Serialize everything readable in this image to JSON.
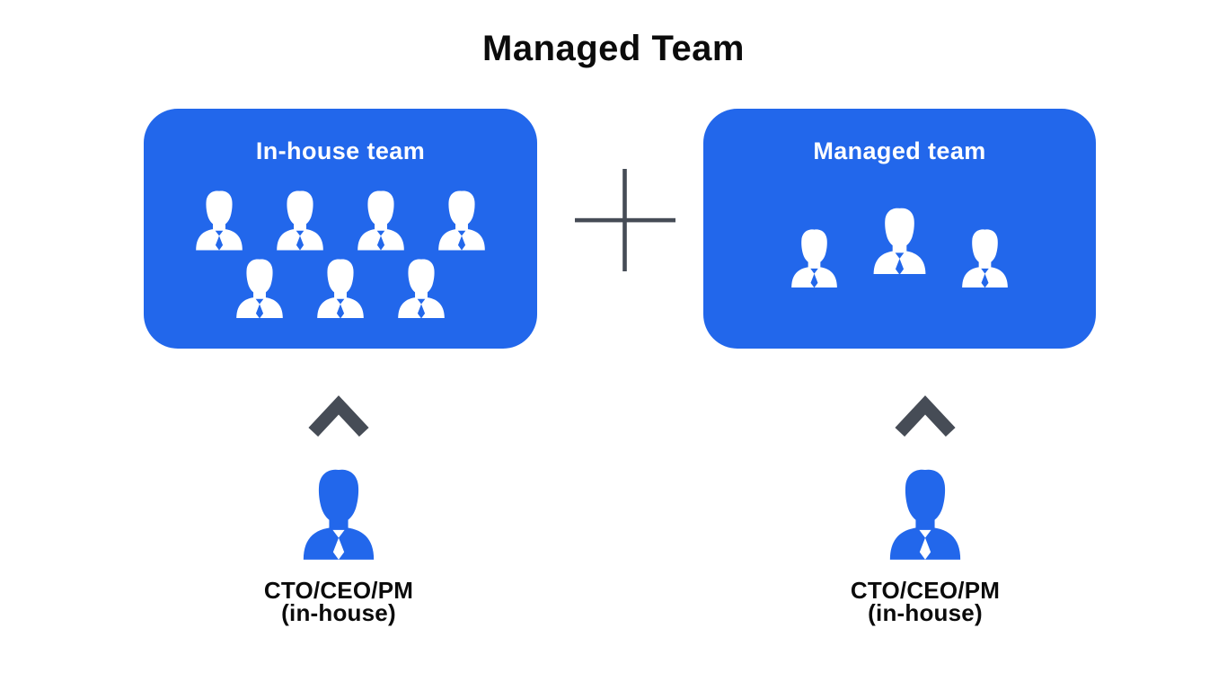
{
  "title": "Managed Team",
  "colors": {
    "box_blue": "#2267EB",
    "icon_white": "#FFFFFF",
    "dark_gray": "#464C56",
    "text_black": "#0B0B0B"
  },
  "plus": {
    "symbol": "+"
  },
  "boxes": [
    {
      "id": "in-house",
      "label": "In-house team",
      "member_rows": [
        4,
        3
      ],
      "member_total": 7
    },
    {
      "id": "managed",
      "label": "Managed team",
      "member_rows": [
        3
      ],
      "member_total": 3
    }
  ],
  "managers": [
    {
      "role_line": "CTO/CEO/PM",
      "origin_line": "(in-house)"
    },
    {
      "role_line": "CTO/CEO/PM",
      "origin_line": "(in-house)"
    }
  ]
}
